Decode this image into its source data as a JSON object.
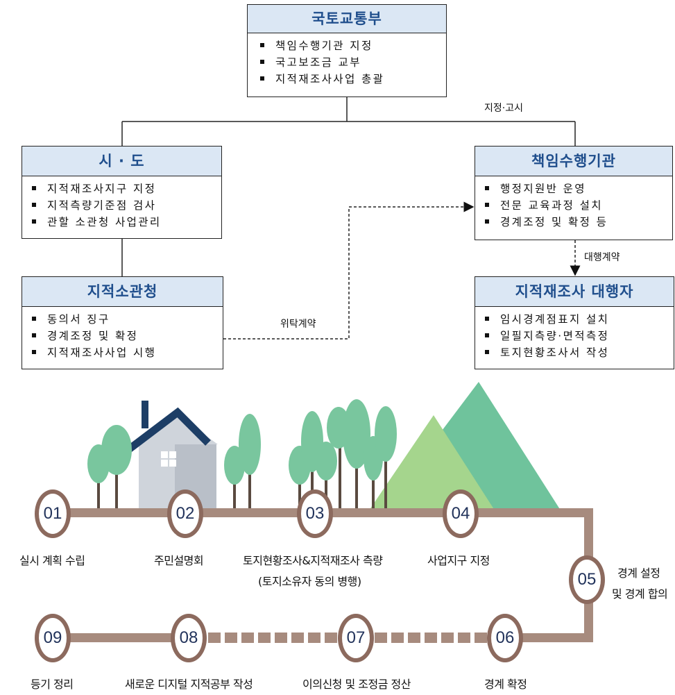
{
  "org": {
    "top": {
      "title": "국토교통부",
      "items": [
        "책임수행기관 지정",
        "국고보조금 교부",
        "지적재조사사업 총괄"
      ]
    },
    "sido": {
      "title": "시 · 도",
      "items": [
        "지적재조사지구 지정",
        "지적측량기준점 검사",
        "관할 소관청 사업관리"
      ]
    },
    "agency": {
      "title": "책임수행기관",
      "items": [
        "행정지원반 운영",
        "전문 교육과정 설치",
        "경계조정 및 확정 등"
      ]
    },
    "office": {
      "title": "지적소관청",
      "items": [
        "동의서 징구",
        "경계조정 및 확정",
        "지적재조사사업 시행"
      ]
    },
    "agent": {
      "title": "지적재조사 대행자",
      "items": [
        "임시경계점표지 설치",
        "일필지측량·면적측정",
        "토지현황조사서 작성"
      ]
    },
    "labels": {
      "designation": "지정·고시",
      "proxy": "대행계약",
      "entrust": "위탁계약"
    }
  },
  "steps": [
    {
      "num": "01",
      "label": "실시 계획 수립"
    },
    {
      "num": "02",
      "label": "주민설명회"
    },
    {
      "num": "03",
      "label": "토지현황조사&지적재조사 측량",
      "sub": "(토지소유자 동의 병행)"
    },
    {
      "num": "04",
      "label": "사업지구 지정"
    },
    {
      "num": "05",
      "label": "경계 설정",
      "sub": "및 경계 합의"
    },
    {
      "num": "06",
      "label": "경계 확정"
    },
    {
      "num": "07",
      "label": "이의신청 및 조정금 정산"
    },
    {
      "num": "08",
      "label": "새로운 디지털 지적공부 작성"
    },
    {
      "num": "09",
      "label": "등기 정리"
    }
  ],
  "colors": {
    "path": "#8c6a5e",
    "head": "#dbe7f4",
    "headText": "#1f4e8c",
    "tree": "#79c69e",
    "mountain": "#6fc39c"
  }
}
